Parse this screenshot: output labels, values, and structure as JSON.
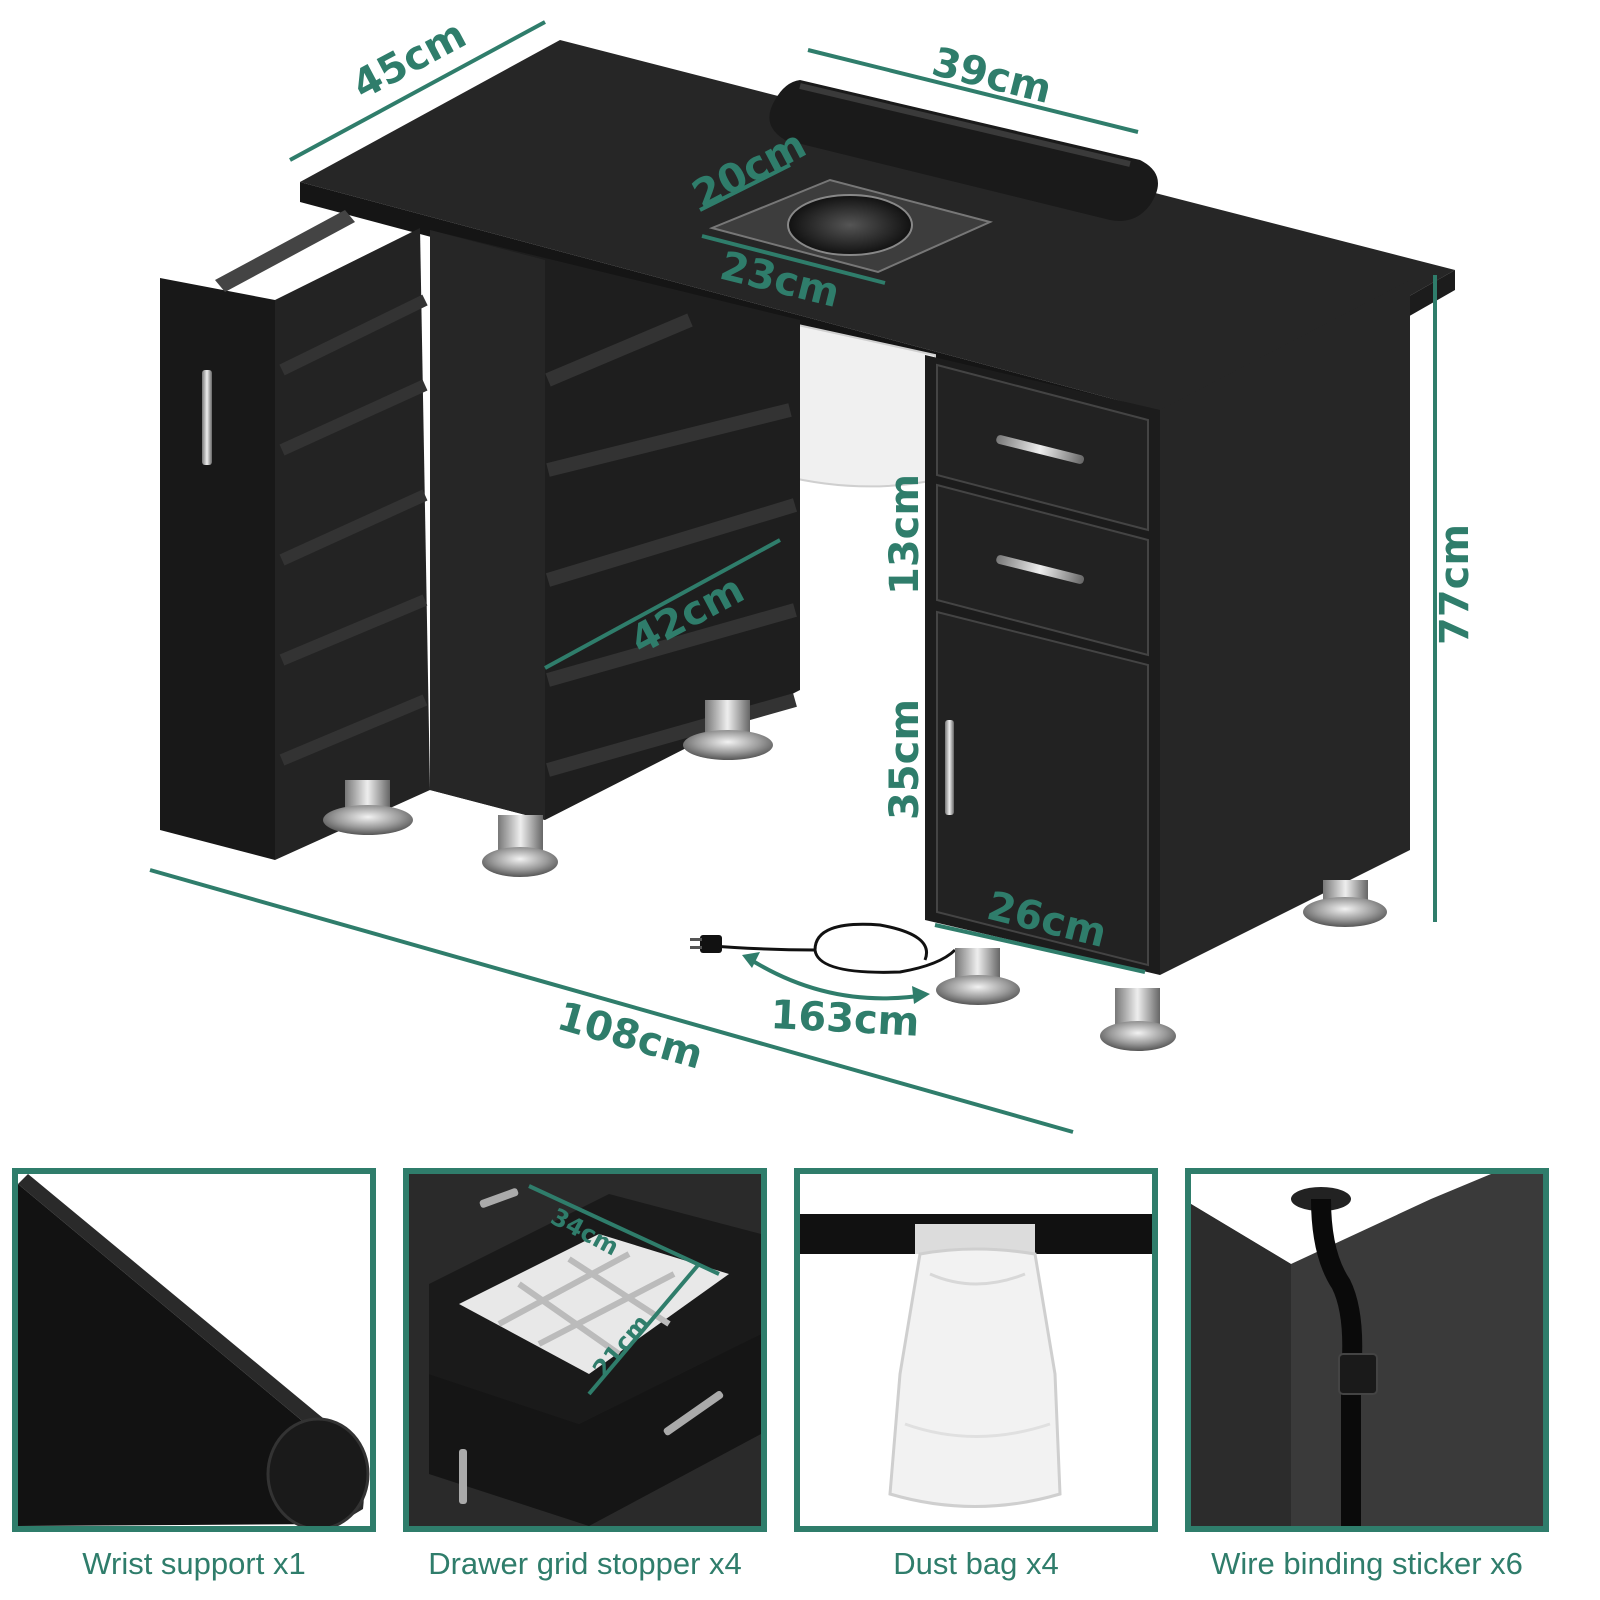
{
  "dimensions": {
    "depth": "45cm",
    "wrist_rest_length": "39cm",
    "vent_width": "20cm",
    "vent_length": "23cm",
    "shelf_width": "42cm",
    "drawer_height": "13cm",
    "door_height": "35cm",
    "cabinet_width": "26cm",
    "total_height": "77cm",
    "total_width": "108cm",
    "cord_length": "163cm"
  },
  "accessories": [
    {
      "label": "Wrist support x1"
    },
    {
      "label": "Drawer grid stopper x4",
      "dims": [
        "34cm",
        "21cm"
      ]
    },
    {
      "label": "Dust bag x4"
    },
    {
      "label": "Wire binding sticker x6"
    }
  ],
  "colors": {
    "accent": "#2f7d6b",
    "furniture": "#1f1f1f",
    "chrome": "#b8b8b8",
    "bag": "#f2f2f2"
  }
}
